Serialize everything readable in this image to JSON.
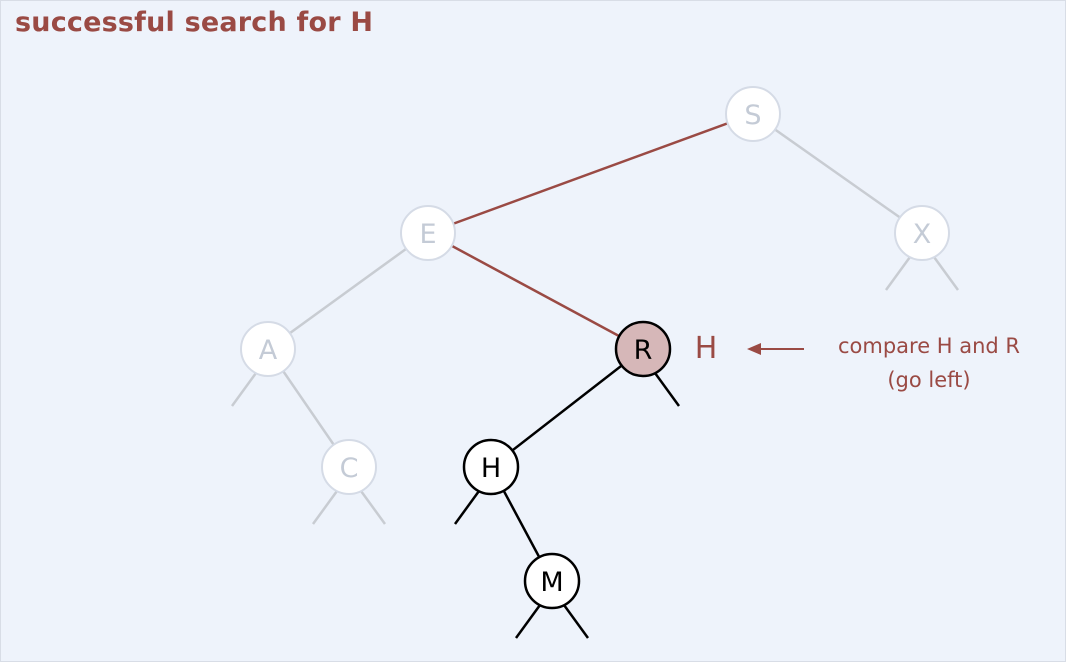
{
  "title": "successful search for H",
  "colors": {
    "background": "#eef3fb",
    "path_edge": "#9a4a44",
    "faded_edge": "#c8ccd2",
    "active_edge": "#000000",
    "faded_node_stroke": "#d5dbe6",
    "faded_label": "#c4cbd6",
    "current_node_fill": "#d6b7b8",
    "annotation": "#9a4a44"
  },
  "tree": {
    "nodes": [
      {
        "id": "S",
        "label": "S",
        "state": "faded"
      },
      {
        "id": "E",
        "label": "E",
        "state": "faded"
      },
      {
        "id": "X",
        "label": "X",
        "state": "faded"
      },
      {
        "id": "A",
        "label": "A",
        "state": "faded"
      },
      {
        "id": "R",
        "label": "R",
        "state": "current"
      },
      {
        "id": "C",
        "label": "C",
        "state": "faded"
      },
      {
        "id": "H",
        "label": "H",
        "state": "active"
      },
      {
        "id": "M",
        "label": "M",
        "state": "active"
      }
    ],
    "edges": [
      {
        "from": "S",
        "to": "E",
        "state": "path"
      },
      {
        "from": "S",
        "to": "X",
        "state": "faded"
      },
      {
        "from": "E",
        "to": "A",
        "state": "faded"
      },
      {
        "from": "E",
        "to": "R",
        "state": "path"
      },
      {
        "from": "A",
        "to": "C",
        "state": "faded"
      },
      {
        "from": "R",
        "to": "H",
        "state": "active"
      },
      {
        "from": "H",
        "to": "M",
        "state": "active"
      }
    ]
  },
  "search_key": "H",
  "annotation": {
    "line1": "compare H and R",
    "line2": "(go left)"
  }
}
